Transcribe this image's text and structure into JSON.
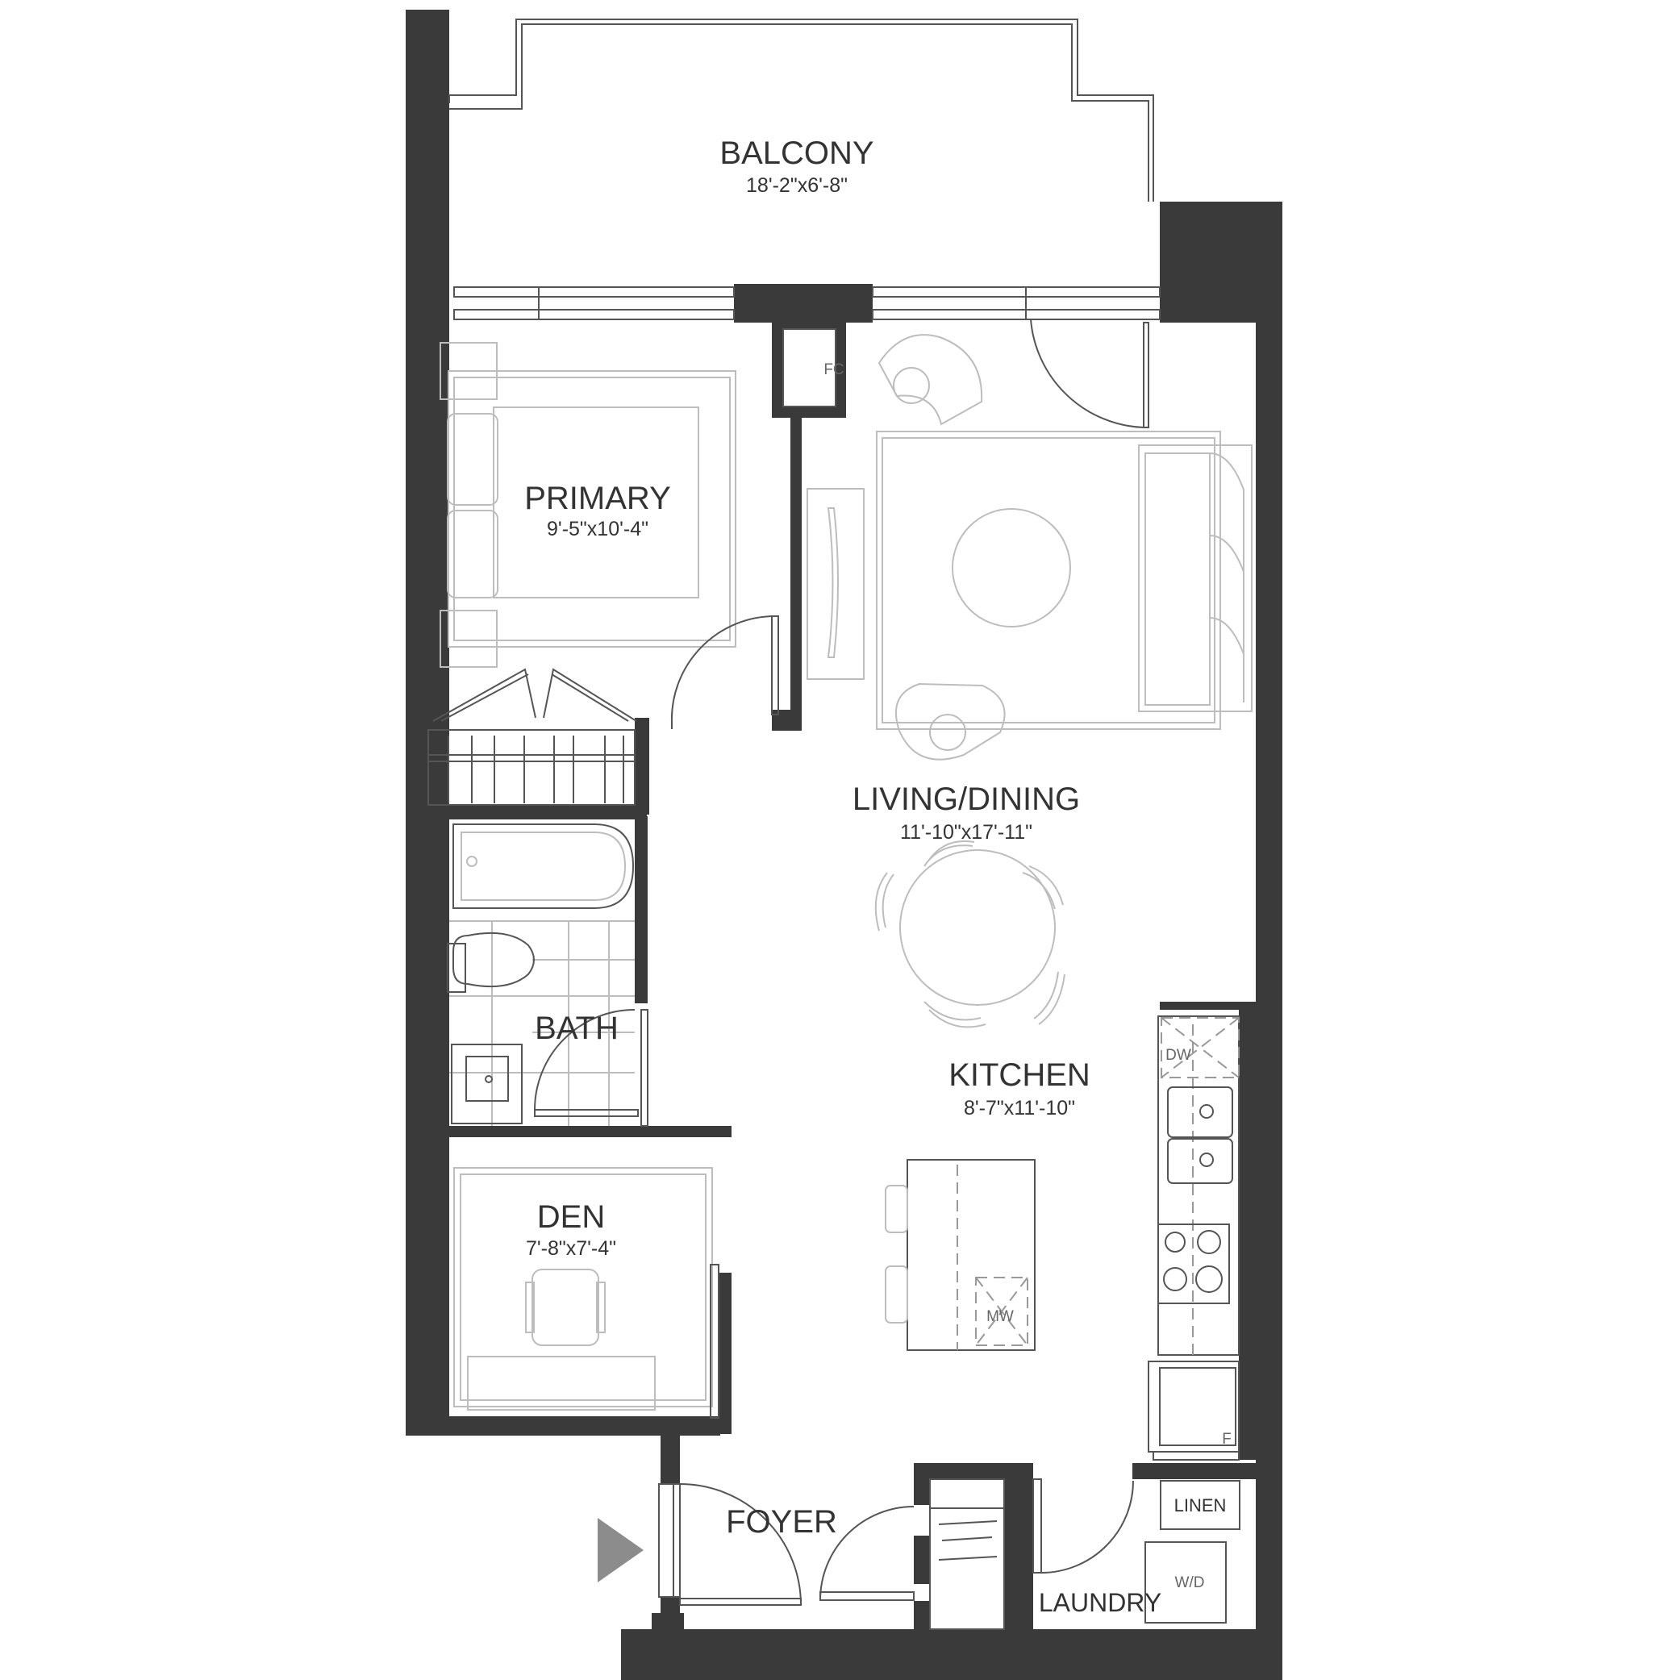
{
  "colors": {
    "wall": "#3a3a3a",
    "line": "#555555",
    "furniture": "#bdbdbd",
    "text": "#333333",
    "entry_arrow": "#8c8c8c"
  },
  "rooms": {
    "balcony": {
      "name": "BALCONY",
      "dims": "18'-2\"x6'-8\""
    },
    "primary": {
      "name": "PRIMARY",
      "dims": "9'-5\"x10'-4\""
    },
    "living": {
      "name": "LIVING/DINING",
      "dims": "11'-10\"x17'-11\""
    },
    "bath": {
      "name": "BATH"
    },
    "kitchen": {
      "name": "KITCHEN",
      "dims": "8'-7\"x11'-10\""
    },
    "den": {
      "name": "DEN",
      "dims": "7'-8\"x7'-4\""
    },
    "foyer": {
      "name": "FOYER"
    },
    "laundry": {
      "name": "LAUNDRY"
    }
  },
  "appliances": {
    "fc": "FC",
    "dw": "DW",
    "mw": "MW",
    "fridge": "F",
    "linen": "LINEN",
    "wd": "W/D"
  },
  "icons": {
    "entry": "entry-arrow-icon"
  }
}
